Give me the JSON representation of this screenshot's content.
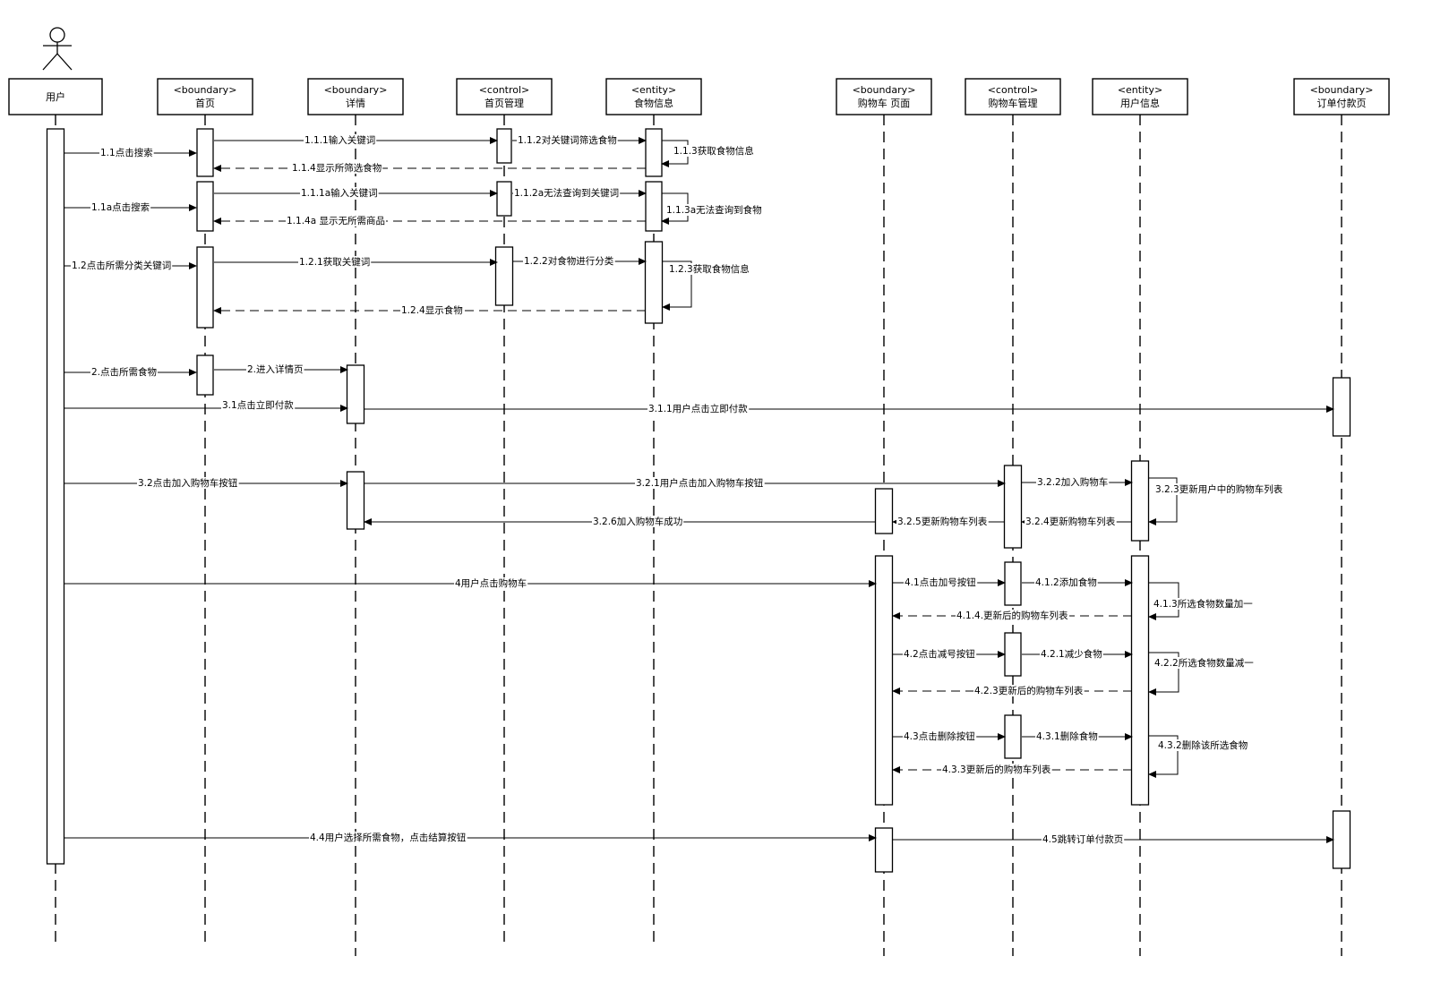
{
  "lifelines": [
    {
      "id": "user",
      "stereotype": "",
      "name": "用户"
    },
    {
      "id": "home",
      "stereotype": "<boundary>",
      "name": "首页"
    },
    {
      "id": "detail",
      "stereotype": "<boundary>",
      "name": "详情"
    },
    {
      "id": "homectl",
      "stereotype": "<control>",
      "name": "首页管理"
    },
    {
      "id": "food",
      "stereotype": "<entity>",
      "name": "食物信息"
    },
    {
      "id": "cartpage",
      "stereotype": "<boundary>",
      "name": "购物车 页面"
    },
    {
      "id": "cartctl",
      "stereotype": "<control>",
      "name": "购物车管理"
    },
    {
      "id": "userinfo",
      "stereotype": "<entity>",
      "name": "用户信息"
    },
    {
      "id": "orderpay",
      "stereotype": "<boundary>",
      "name": "订单付款页"
    }
  ],
  "messages": [
    {
      "from": "user",
      "to": "home",
      "label": "1.1点击搜索",
      "kind": "call"
    },
    {
      "from": "home",
      "to": "homectl",
      "label": "1.1.1输入关键词",
      "kind": "call"
    },
    {
      "from": "homectl",
      "to": "food",
      "label": "1.1.2对关键词筛选食物",
      "kind": "call"
    },
    {
      "from": "food",
      "to": "food",
      "label": "1.1.3获取食物信息",
      "kind": "self"
    },
    {
      "from": "food",
      "to": "home",
      "label": "1.1.4显示所筛选食物",
      "kind": "return"
    },
    {
      "from": "user",
      "to": "home",
      "label": "1.1a点击搜索",
      "kind": "call"
    },
    {
      "from": "home",
      "to": "homectl",
      "label": "1.1.1a输入关键词",
      "kind": "call"
    },
    {
      "from": "homectl",
      "to": "food",
      "label": "1.1.2a无法查询到关键词",
      "kind": "call"
    },
    {
      "from": "food",
      "to": "food",
      "label": "1.1.3a无法查询到食物",
      "kind": "self"
    },
    {
      "from": "food",
      "to": "home",
      "label": "1.1.4a 显示无所需商品",
      "kind": "return"
    },
    {
      "from": "user",
      "to": "home",
      "label": "1.2点击所需分类关键词",
      "kind": "call"
    },
    {
      "from": "home",
      "to": "homectl",
      "label": "1.2.1获取关键词",
      "kind": "call"
    },
    {
      "from": "homectl",
      "to": "food",
      "label": "1.2.2对食物进行分类",
      "kind": "call"
    },
    {
      "from": "food",
      "to": "food",
      "label": "1.2.3获取食物信息",
      "kind": "self"
    },
    {
      "from": "food",
      "to": "home",
      "label": "1.2.4显示食物",
      "kind": "return"
    },
    {
      "from": "user",
      "to": "home",
      "label": "2.点击所需食物",
      "kind": "call"
    },
    {
      "from": "home",
      "to": "detail",
      "label": "2.进入详情页",
      "kind": "call"
    },
    {
      "from": "user",
      "to": "detail",
      "label": "3.1点击立即付款",
      "kind": "call"
    },
    {
      "from": "detail",
      "to": "orderpay",
      "label": "3.1.1用户点击立即付款",
      "kind": "call"
    },
    {
      "from": "user",
      "to": "detail",
      "label": "3.2点击加入购物车按钮",
      "kind": "call"
    },
    {
      "from": "detail",
      "to": "cartctl",
      "label": "3.2.1用户点击加入购物车按钮",
      "kind": "call"
    },
    {
      "from": "cartctl",
      "to": "userinfo",
      "label": "3.2.2加入购物车",
      "kind": "call"
    },
    {
      "from": "userinfo",
      "to": "userinfo",
      "label": "3.2.3更新用户中的购物车列表",
      "kind": "self"
    },
    {
      "from": "userinfo",
      "to": "cartctl",
      "label": "3.2.4更新购物车列表",
      "kind": "call"
    },
    {
      "from": "cartctl",
      "to": "cartpage",
      "label": "3.2.5更新购物车列表",
      "kind": "call"
    },
    {
      "from": "cartpage",
      "to": "detail",
      "label": "3.2.6加入购物车成功",
      "kind": "call"
    },
    {
      "from": "user",
      "to": "cartpage",
      "label": "4用户点击购物车",
      "kind": "call"
    },
    {
      "from": "cartpage",
      "to": "cartctl",
      "label": "4.1点击加号按钮",
      "kind": "call"
    },
    {
      "from": "cartctl",
      "to": "userinfo",
      "label": "4.1.2添加食物",
      "kind": "call"
    },
    {
      "from": "userinfo",
      "to": "userinfo",
      "label": "4.1.3所选食物数量加一",
      "kind": "self"
    },
    {
      "from": "userinfo",
      "to": "cartpage",
      "label": "4.1.4.更新后的购物车列表",
      "kind": "return"
    },
    {
      "from": "cartpage",
      "to": "cartctl",
      "label": "4.2点击减号按钮",
      "kind": "call"
    },
    {
      "from": "cartctl",
      "to": "userinfo",
      "label": "4.2.1减少食物",
      "kind": "call"
    },
    {
      "from": "userinfo",
      "to": "userinfo",
      "label": "4.2.2所选食物数量减一",
      "kind": "self"
    },
    {
      "from": "userinfo",
      "to": "cartpage",
      "label": "4.2.3更新后的购物车列表",
      "kind": "return"
    },
    {
      "from": "cartpage",
      "to": "cartctl",
      "label": "4.3点击删除按钮",
      "kind": "call"
    },
    {
      "from": "cartctl",
      "to": "userinfo",
      "label": "4.3.1删除食物",
      "kind": "call"
    },
    {
      "from": "userinfo",
      "to": "userinfo",
      "label": "4.3.2删除该所选食物",
      "kind": "self"
    },
    {
      "from": "userinfo",
      "to": "cartpage",
      "label": "4.3.3更新后的购物车列表",
      "kind": "return"
    },
    {
      "from": "user",
      "to": "cartpage",
      "label": "4.4用户选择所需食物，点击结算按钮",
      "kind": "call"
    },
    {
      "from": "cartpage",
      "to": "orderpay",
      "label": "4.5跳转订单付款页",
      "kind": "call"
    }
  ]
}
